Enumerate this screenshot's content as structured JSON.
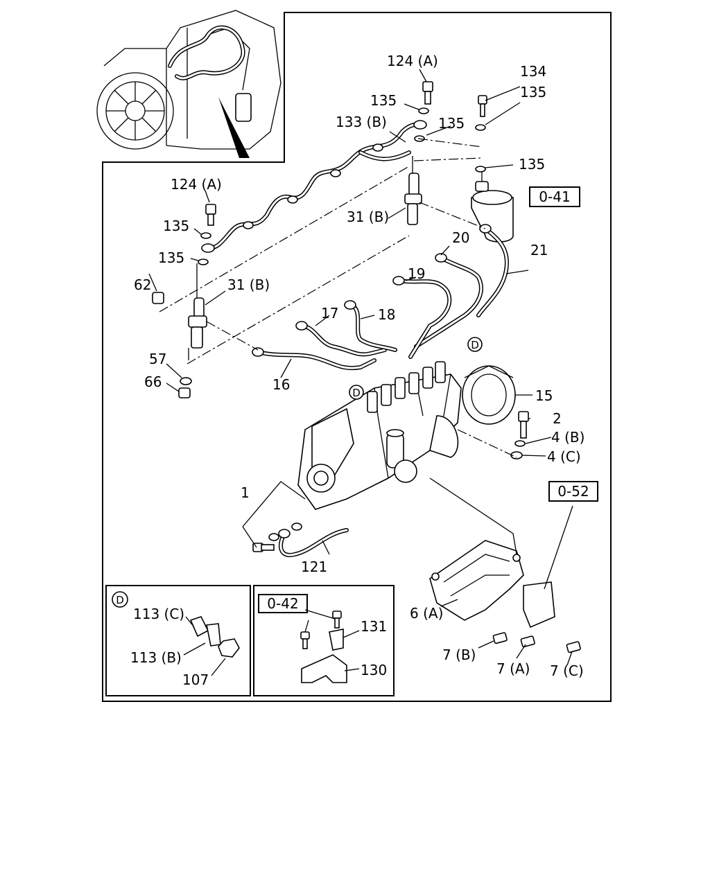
{
  "labels": {
    "l124a_top": "124 (A)",
    "l135_a": "135",
    "l133b": "133 (B)",
    "l135_b": "135",
    "l134": "134",
    "l135_c": "135",
    "l135_d": "135",
    "l124a_left": "124 (A)",
    "l135_e": "135",
    "l31b_top": "31 (B)",
    "l135_f": "135",
    "l62": "62",
    "l31b_mid": "31 (B)",
    "l20": "20",
    "l21": "21",
    "l19": "19",
    "l17": "17",
    "l18": "18",
    "l57": "57",
    "l66": "66",
    "l16": "16",
    "l15": "15",
    "l2": "2",
    "l4b": "4 (B)",
    "l4c": "4 (C)",
    "l1": "1",
    "l121": "121",
    "l6a": "6 (A)",
    "l7b": "7 (B)",
    "l7a": "7 (A)",
    "l7c": "7 (C)",
    "l113c": "113 (C)",
    "l113b": "113 (B)",
    "l107": "107",
    "l131": "131",
    "l130": "130"
  },
  "refs": {
    "r041": "0-41",
    "r052": "0-52",
    "r042": "0-42"
  },
  "markers": {
    "d": "D"
  }
}
